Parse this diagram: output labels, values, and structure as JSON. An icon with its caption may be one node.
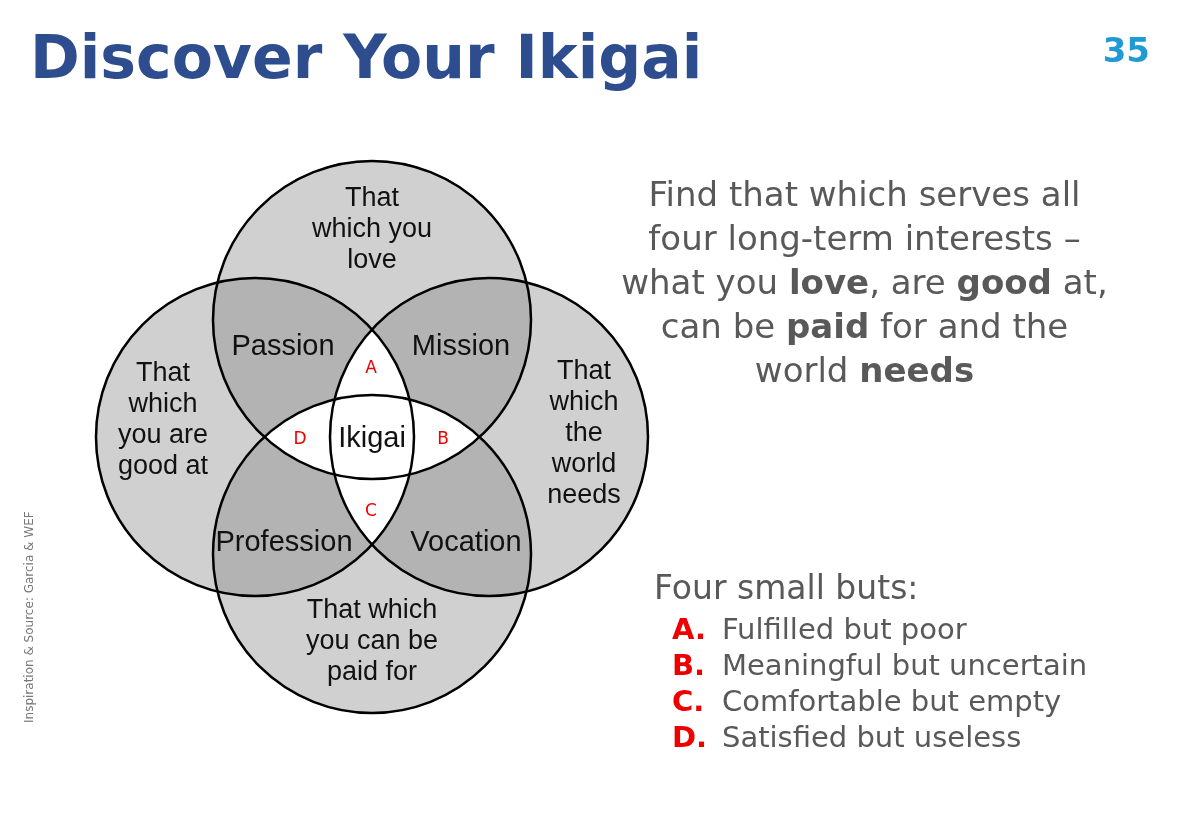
{
  "diagram": {
    "title": "Discover Your Ikigai",
    "nodes": [
      {
        "text": [
          "That which you love"
        ]
      },
      {
        "text": [
          "That which you are good at"
        ]
      },
      {
        "text": [
          "That which the world needs"
        ]
      },
      {
        "text": [
          "That which you can be paid for"
        ]
      }
    ],
    "labels": [
      "35",
      "Passion",
      "Mission",
      "A",
      "D",
      "Ikigai",
      "B",
      "C",
      "Profession",
      "Vocation",
      "Find that which serves all four long-term interests – what you **love**, are **good** at, can be **paid** for and the world **needs**",
      "Four small buts:",
      "A.",
      "Fulfilled but poor",
      "B.",
      "Meaningful but uncertain",
      "C.",
      "Comfortable but empty",
      "D.",
      "Satisfied but useless",
      "Inspiration & Source: Garcia & WEF"
    ]
  }
}
